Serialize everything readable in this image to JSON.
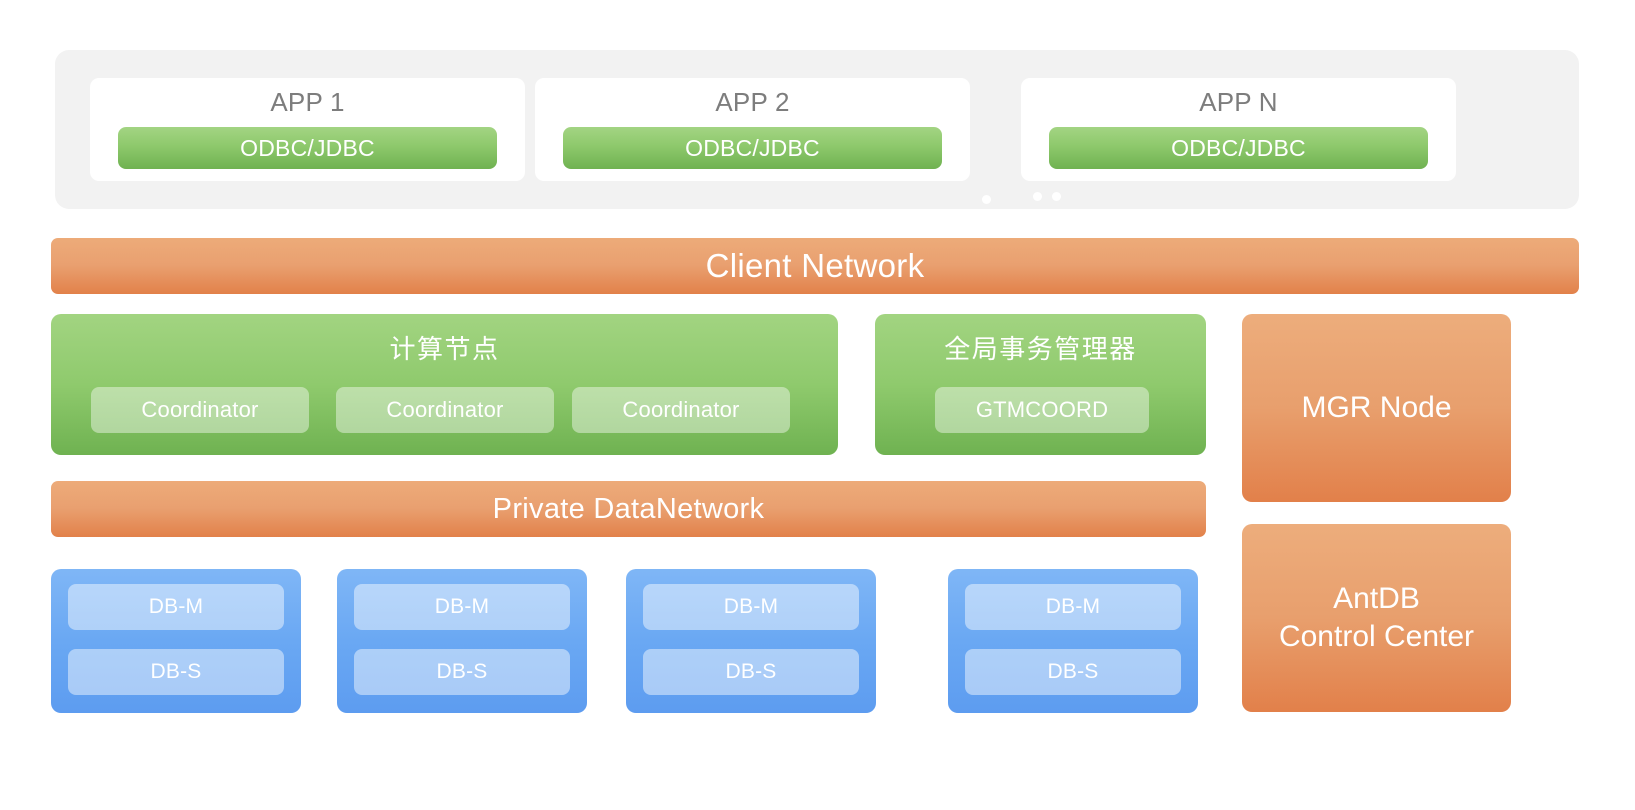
{
  "app_tier": {
    "cards": [
      {
        "title": "APP 1",
        "connector": "ODBC/JDBC"
      },
      {
        "title": "APP 2",
        "connector": "ODBC/JDBC"
      },
      {
        "title": "APP N",
        "connector": "ODBC/JDBC"
      }
    ]
  },
  "networks": {
    "client": "Client Network",
    "private": "Private DataNetwork"
  },
  "compute": {
    "title": "计算节点",
    "nodes": [
      "Coordinator",
      "Coordinator",
      "Coordinator"
    ]
  },
  "gtm": {
    "title": "全局事务管理器",
    "nodes": [
      "GTMCOORD"
    ]
  },
  "side_panels": [
    {
      "label": "MGR Node"
    },
    {
      "label": "AntDB\nControl Center"
    }
  ],
  "data_nodes": {
    "groups": [
      {
        "master": "DB-M",
        "slave": "DB-S"
      },
      {
        "master": "DB-M",
        "slave": "DB-S"
      },
      {
        "master": "DB-M",
        "slave": "DB-S"
      },
      {
        "master": "DB-M",
        "slave": "DB-S"
      }
    ]
  },
  "colors": {
    "tier_background": "#f2f2f2",
    "network_orange_light": "#edab79",
    "network_orange_dark": "#e2814a",
    "green_light": "#a2d481",
    "green_dark": "#6fb251",
    "blue_light": "#7fb6f6",
    "blue_dark": "#5d9cf0",
    "app_title_text": "#7d7d7d"
  }
}
